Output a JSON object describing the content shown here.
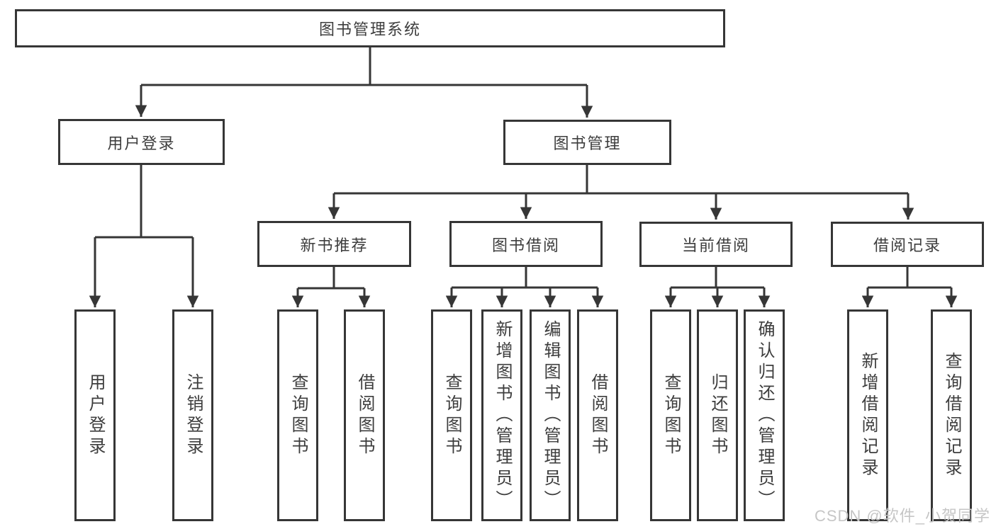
{
  "diagram": {
    "root": {
      "label": "图书管理系统"
    },
    "user_login": {
      "label": "用户登录",
      "children": [
        {
          "label": "用户登录"
        },
        {
          "label": "注销登录"
        }
      ]
    },
    "book_mgmt": {
      "label": "图书管理",
      "sections": [
        {
          "label": "新书推荐",
          "children": [
            {
              "label": "查询图书"
            },
            {
              "label": "借阅图书"
            }
          ]
        },
        {
          "label": "图书借阅",
          "children": [
            {
              "label": "查询图书"
            },
            {
              "label": "新增图书（管理员）"
            },
            {
              "label": "编辑图书（管理员）"
            },
            {
              "label": "借阅图书"
            }
          ]
        },
        {
          "label": "当前借阅",
          "children": [
            {
              "label": "查询图书"
            },
            {
              "label": "归还图书"
            },
            {
              "label": "确认归还（管理员）"
            }
          ]
        },
        {
          "label": "借阅记录",
          "children": [
            {
              "label": "新增借阅记录"
            },
            {
              "label": "查询借阅记录"
            }
          ]
        }
      ]
    }
  },
  "watermark": {
    "text": "CSDN @软件_小贺同学"
  },
  "colors": {
    "line": "#363636",
    "text": "#3d3d3d",
    "background": "#ffffff",
    "watermark": "#c6c6c6"
  }
}
